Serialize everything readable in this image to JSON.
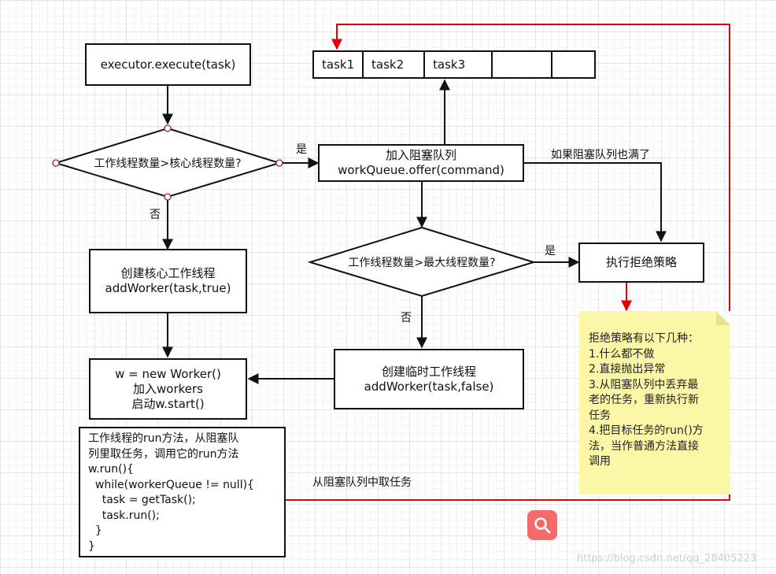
{
  "nodes": {
    "execute": "executor.execute(task)",
    "decision_core": "工作线程数量>核心线程数量?",
    "add_queue": [
      "加入阻塞队列",
      "workQueue.offer(command)"
    ],
    "decision_max": "工作线程数量>最大线程数量?",
    "reject": "执行拒绝策略",
    "create_core": [
      "创建核心工作线程",
      "addWorker(task,true)"
    ],
    "create_temp": [
      "创建临时工作线程",
      "addWorker(task,false)"
    ],
    "worker": [
      "w = new Worker()",
      "加入workers",
      "启动w.start()"
    ]
  },
  "queue": [
    "task1",
    "task2",
    "task3",
    "",
    ""
  ],
  "edge_labels": {
    "yes_1": "是",
    "no_1": "否",
    "yes_2": "是",
    "no_2": "否",
    "queue_full": "如果阻塞队列也满了",
    "take_from_queue": "从阻塞队列中取任务"
  },
  "code_box": [
    "工作线程的run方法，从阻塞队",
    "列里取任务，调用它的run方法",
    "w.run(){",
    "  while(workerQueue != null){",
    "    task = getTask();",
    "    task.run();",
    "  }",
    "}"
  ],
  "note": [
    "拒绝策略有以下几种：",
    "1.什么都不做",
    "2.直接抛出异常",
    "3.从阻塞队列中丢弃最",
    "老的任务，重新执行新",
    "任务",
    "4.把目标任务的run()方",
    "法，当作普通方法直接",
    "调用"
  ],
  "watermark": "https://blog.csdn.net/qq_28405223",
  "colors": {
    "line": "#111111",
    "highlight": "#e00000",
    "note_bg": "#fbf7a6",
    "search_bg": "#f36b6b"
  }
}
